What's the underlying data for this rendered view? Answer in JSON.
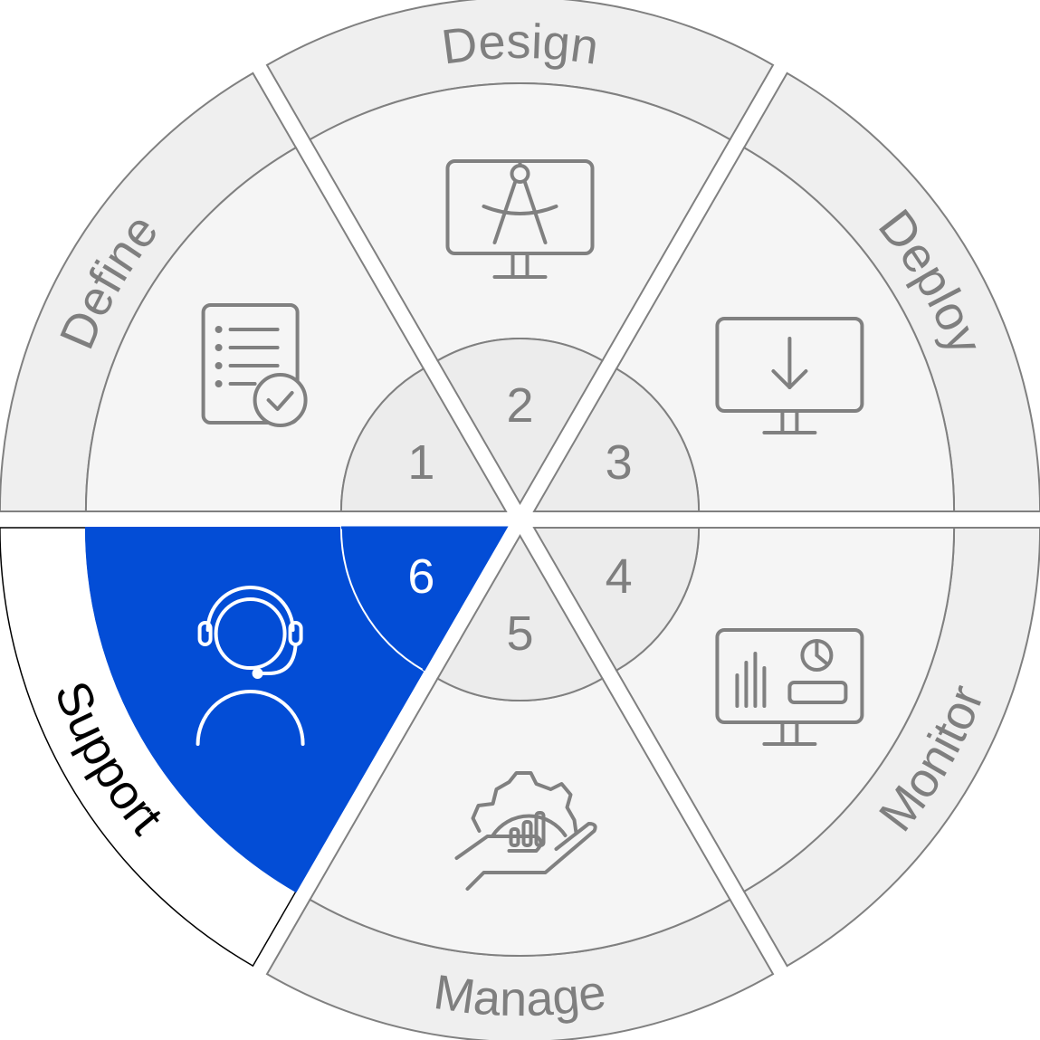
{
  "title": "Lifecycle wheel",
  "colors": {
    "outer_band": "#efefef",
    "middle_band": "#f5f5f5",
    "inner_band": "#ececec",
    "stroke": "#808080",
    "text": "#7f7f7f",
    "active_fill": "#034dd6",
    "active_text": "#ffffff",
    "active_outer": "#ffffff",
    "active_outer_stroke": "#000000",
    "active_label": "#000000"
  },
  "stages": [
    {
      "number": "1",
      "label": "Define",
      "icon": "checklist-document-icon",
      "active": false
    },
    {
      "number": "2",
      "label": "Design",
      "icon": "monitor-compass-icon",
      "active": false
    },
    {
      "number": "3",
      "label": "Deploy",
      "icon": "monitor-download-icon",
      "active": false
    },
    {
      "number": "4",
      "label": "Monitor",
      "icon": "monitor-dashboard-icon",
      "active": false
    },
    {
      "number": "5",
      "label": "Manage",
      "icon": "hand-gear-chart-icon",
      "active": false
    },
    {
      "number": "6",
      "label": "Support",
      "icon": "headset-agent-icon",
      "active": true
    }
  ]
}
